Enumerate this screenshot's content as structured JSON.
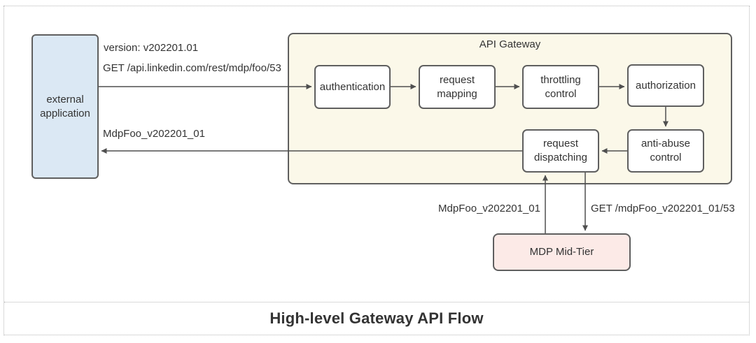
{
  "diagram": {
    "title": "High-level Gateway API Flow",
    "gateway": {
      "label": "API Gateway"
    },
    "nodes": {
      "external_application": {
        "label": "external application"
      },
      "authentication": {
        "label": "authentication"
      },
      "request_mapping": {
        "label": "request mapping"
      },
      "throttling_control": {
        "label": "throttling control"
      },
      "authorization": {
        "label": "authorization"
      },
      "request_dispatching": {
        "label": "request dispatching"
      },
      "anti_abuse_control": {
        "label": "anti-abuse control"
      },
      "mdp_mid_tier": {
        "label": "MDP Mid-Tier"
      }
    },
    "edge_labels": {
      "version": "version: v202201.01",
      "get_request": "GET /api.linkedin.com/rest/mdp/foo/53",
      "response": "MdpFoo_v202201_01",
      "midtier_response": "MdpFoo_v202201_01",
      "midtier_request": "GET /mdpFoo_v202201_01/53"
    },
    "edges": [
      {
        "from": "external application",
        "to": "authentication",
        "labels": [
          "version: v202201.01",
          "GET /api.linkedin.com/rest/mdp/foo/53"
        ]
      },
      {
        "from": "authentication",
        "to": "request mapping"
      },
      {
        "from": "request mapping",
        "to": "throttling control"
      },
      {
        "from": "throttling control",
        "to": "authorization"
      },
      {
        "from": "authorization",
        "to": "anti-abuse control"
      },
      {
        "from": "anti-abuse control",
        "to": "request dispatching"
      },
      {
        "from": "request dispatching",
        "to": "external application",
        "labels": [
          "MdpFoo_v202201_01"
        ]
      },
      {
        "from": "MDP Mid-Tier",
        "to": "request dispatching",
        "labels": [
          "MdpFoo_v202201_01"
        ]
      },
      {
        "from": "request dispatching",
        "to": "MDP Mid-Tier",
        "labels": [
          "GET /mdpFoo_v202201_01/53"
        ]
      }
    ],
    "colors": {
      "external_app_fill": "#dbe8f4",
      "gateway_fill": "#fbf8e9",
      "node_fill": "#ffffff",
      "midtier_fill": "#fceae7",
      "border": "#5f5f5f",
      "arrow": "#4f4f4f",
      "text": "#333333",
      "frame_border": "#b5b5b5"
    }
  }
}
